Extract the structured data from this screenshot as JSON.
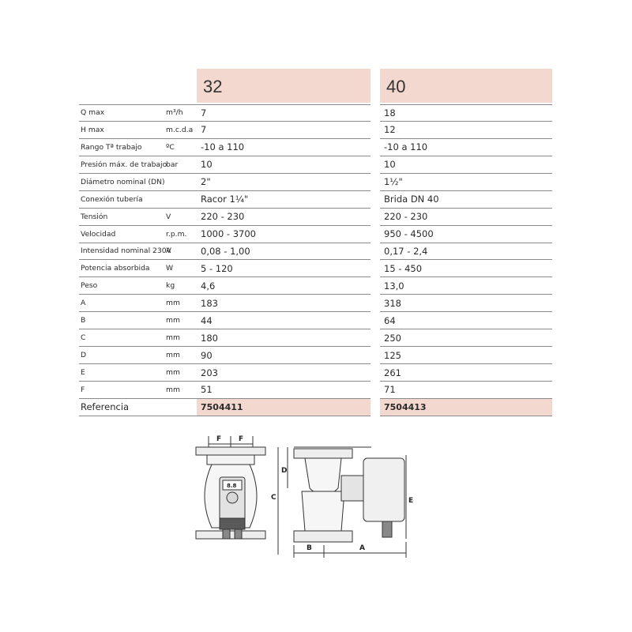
{
  "models": {
    "m32": "32",
    "m40": "40"
  },
  "rows": [
    {
      "label": "Q max",
      "unit": "m³/h",
      "v32": "7",
      "v40": "18"
    },
    {
      "label": "H max",
      "unit": "m.c.d.a",
      "v32": "7",
      "v40": "12"
    },
    {
      "label": "Rango Tª trabajo",
      "unit": "ºC",
      "v32": "-10 a 110",
      "v40": "-10 a 110"
    },
    {
      "label": "Presión máx. de trabajo",
      "unit": "bar",
      "v32": "10",
      "v40": "10"
    },
    {
      "label": "Diámetro nominal (DN)",
      "unit": "",
      "v32": "2\"",
      "v40": "1½\""
    },
    {
      "label": "Conexión tubería",
      "unit": "",
      "v32": "Racor 1¼\"",
      "v40": "Brida DN 40"
    },
    {
      "label": "Tensión",
      "unit": "V",
      "v32": "220 - 230",
      "v40": "220 - 230"
    },
    {
      "label": "Velocidad",
      "unit": "r.p.m.",
      "v32": "1000 - 3700",
      "v40": "950 - 4500"
    },
    {
      "label": "Intensidad nominal 230V",
      "unit": "A",
      "v32": "0,08 - 1,00",
      "v40": "0,17 - 2,4"
    },
    {
      "label": "Potencia absorbida",
      "unit": "W",
      "v32": "5 - 120",
      "v40": "15 - 450"
    },
    {
      "label": "Peso",
      "unit": "kg",
      "v32": "4,6",
      "v40": "13,0"
    },
    {
      "label": "A",
      "unit": "mm",
      "v32": "183",
      "v40": "318"
    },
    {
      "label": "B",
      "unit": "mm",
      "v32": "44",
      "v40": "64"
    },
    {
      "label": "C",
      "unit": "mm",
      "v32": "180",
      "v40": "250"
    },
    {
      "label": "D",
      "unit": "mm",
      "v32": "90",
      "v40": "125"
    },
    {
      "label": "E",
      "unit": "mm",
      "v32": "203",
      "v40": "261"
    },
    {
      "label": "F",
      "unit": "mm",
      "v32": "51",
      "v40": "71"
    }
  ],
  "reference": {
    "label": "Referencia",
    "v32": "7504411",
    "v40": "7504413"
  },
  "drawing": {
    "dims": [
      "F",
      "F",
      "D",
      "C",
      "E",
      "B",
      "A"
    ],
    "display": "8.8"
  }
}
